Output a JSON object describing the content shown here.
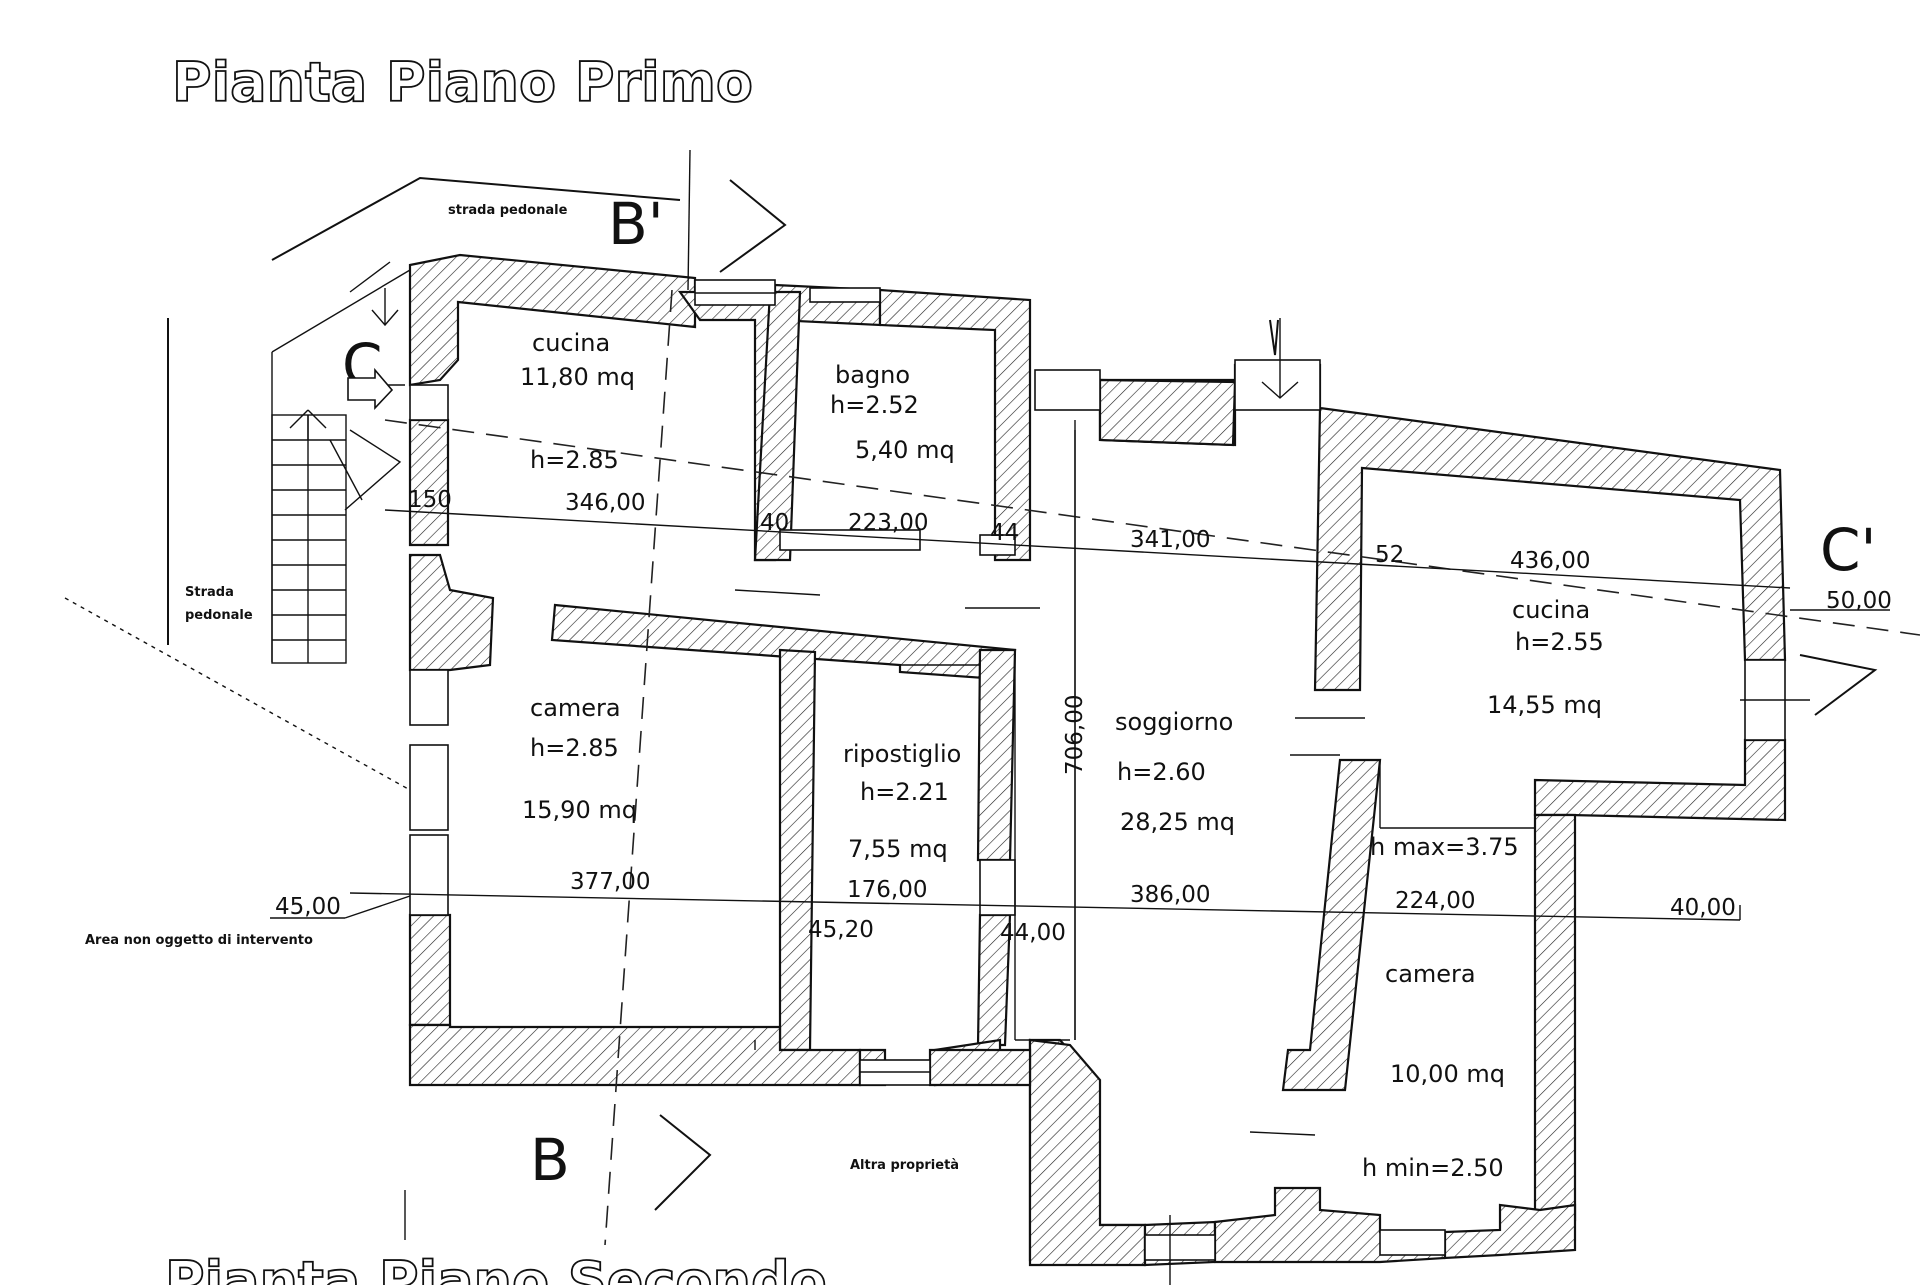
{
  "title_top": "Pianta Piano Primo",
  "title_bottom": "Pianta Piano Secondo",
  "rooms": {
    "cucina1": {
      "name": "cucina",
      "area": "11,80 mq",
      "height": "h=2.85"
    },
    "bagno": {
      "name": "bagno",
      "height": "h=2.52",
      "area": "5,40 mq"
    },
    "cucina2": {
      "name": "cucina",
      "height": "h=2.55",
      "area": "14,55 mq"
    },
    "camera1": {
      "name": "camera",
      "height": "h=2.85",
      "area": "15,90 mq"
    },
    "ripostiglio": {
      "name": "ripostiglio",
      "height": "h=2.21",
      "area": "7,55 mq"
    },
    "soggiorno": {
      "name": "soggiorno",
      "height": "h=2.60",
      "area": "28,25 mq"
    },
    "camera2": {
      "name": "camera",
      "hmax": "h max=3.75",
      "area": "10,00 mq",
      "hmin": "h min=2.50"
    }
  },
  "dimensions": {
    "d150": "150",
    "d346": "346,00",
    "d40": "40",
    "d223": "223,00",
    "d44": "44",
    "d341": "341,00",
    "d52": "52",
    "d436": "436,00",
    "d5000": "50,00",
    "d706": "706,00",
    "d4500": "45,00",
    "d377": "377,00",
    "d176": "176,00",
    "d386": "386,00",
    "d224": "224,00",
    "d4000": "40,00",
    "d4520": "45,20",
    "d4400": "44,00"
  },
  "labels": {
    "strada_top": "strada pedonale",
    "strada_left_1": "Strada",
    "strada_left_2": "pedonale",
    "area_non": "Area non oggetto di intervento",
    "altra": "Altra proprietà"
  },
  "section_marks": {
    "b_top": "B'",
    "b_bottom": "B",
    "c_left": "C",
    "c_right": "C'"
  }
}
